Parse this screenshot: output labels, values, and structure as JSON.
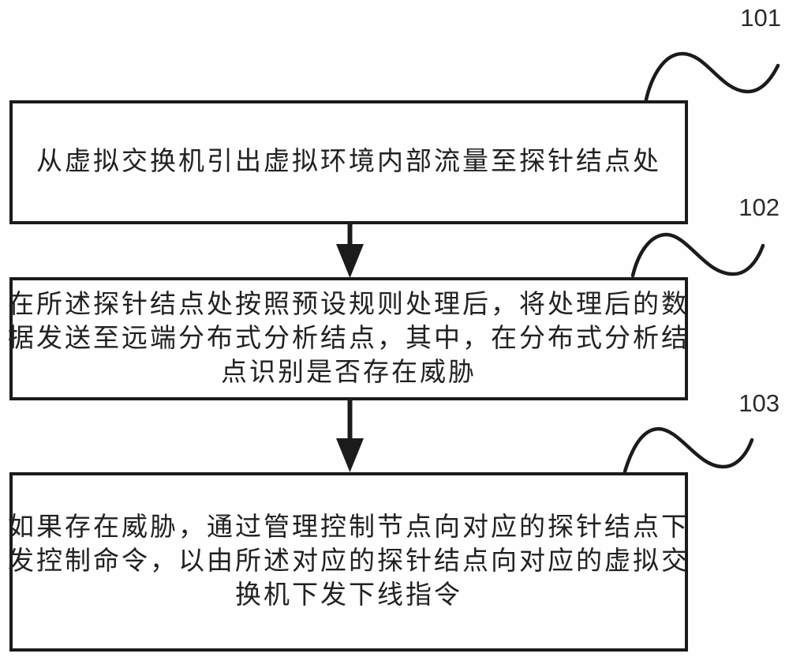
{
  "figure": {
    "background": "#fefefe",
    "ink": "#1b1b1b",
    "steps": [
      {
        "ref": "101",
        "lines": [
          "从虚拟交换机引出虚拟环境内部流量至探针结点处"
        ]
      },
      {
        "ref": "102",
        "lines": [
          "在所述探针结点处按照预设规则处理后，将处理后的数",
          "据发送至远端分布式分析结点，其中，在分布式分析结",
          "点识别是否存在威胁"
        ]
      },
      {
        "ref": "103",
        "lines": [
          "如果存在威胁，通过管理控制节点向对应的探针结点下",
          "发控制命令，以由所述对应的探针结点向对应的虚拟交",
          "换机下发下线指令"
        ]
      }
    ]
  }
}
